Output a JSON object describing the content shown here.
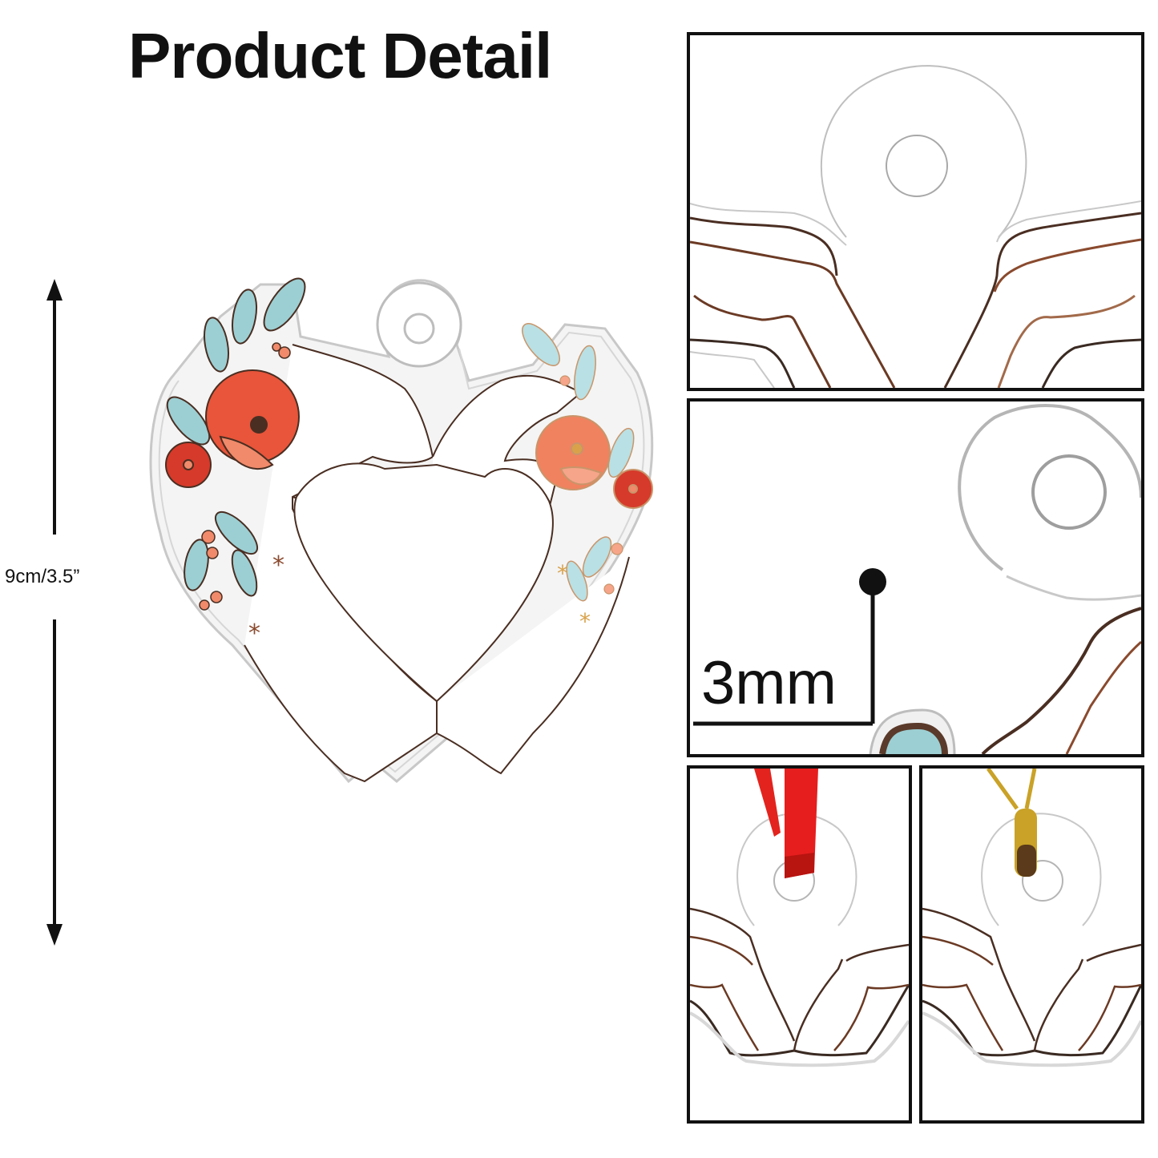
{
  "header": {
    "title": "Product Detail"
  },
  "dimension": {
    "height_label": "9cm/3.5”"
  },
  "main_product": {
    "description": "heart-hands acrylic ornament with floral decoration",
    "colors": {
      "poppy": "#e8553a",
      "peach": "#f08a6a",
      "red_flower": "#d63a2a",
      "leaf": "#9ccfd3",
      "outline": "#4a2e22",
      "acrylic_edge": "#c8c8c8"
    }
  },
  "detail_panels": [
    {
      "id": "hanging-hole-closeup",
      "caption": ""
    },
    {
      "id": "thickness-closeup",
      "caption": "3mm"
    },
    {
      "id": "red-ribbon-option",
      "caption": "",
      "ribbon_color": "#e3231d"
    },
    {
      "id": "gold-string-option",
      "caption": "",
      "string_color": "#c9a227"
    }
  ],
  "thickness": {
    "label": "3mm"
  }
}
